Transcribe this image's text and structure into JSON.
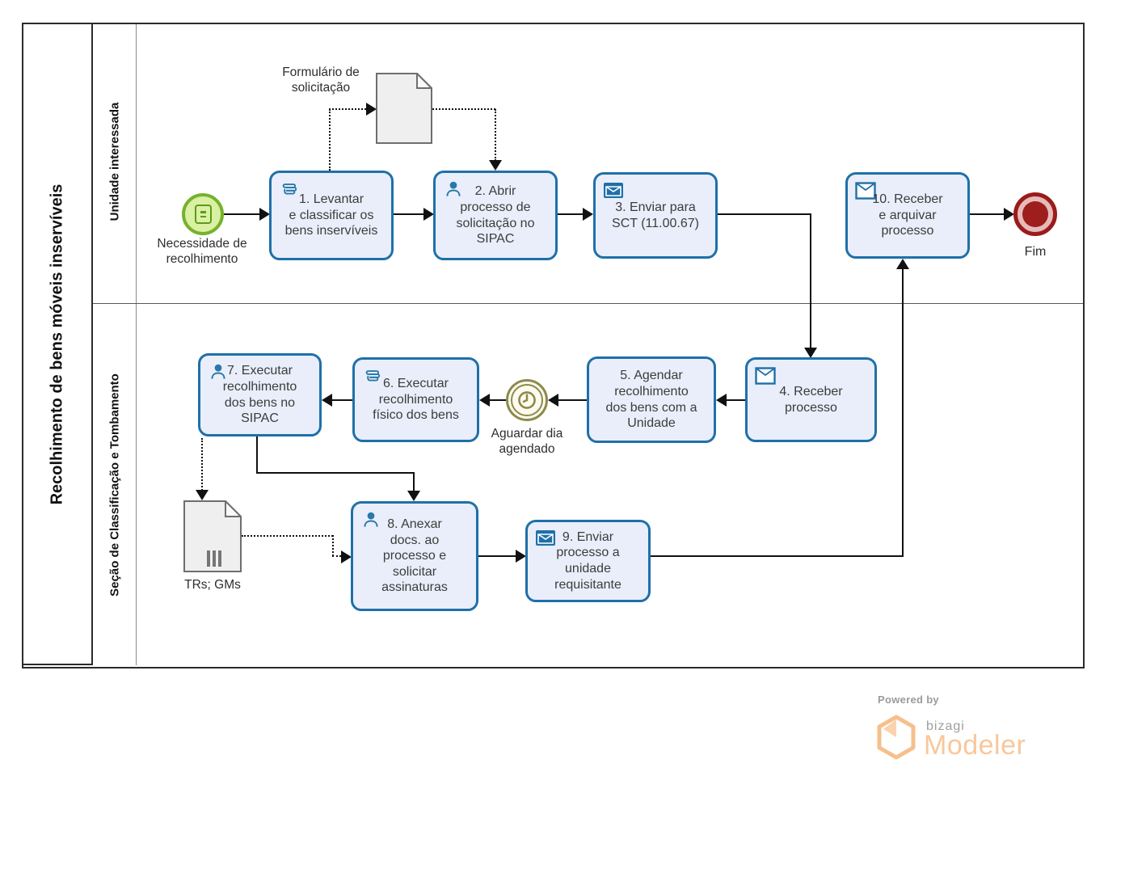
{
  "diagram": {
    "pool_title": "Recolhimento de bens móveis inservíveis",
    "lanes": [
      {
        "label": "Unidade interessada"
      },
      {
        "label": "Seção de Classificação e Tombamento"
      }
    ]
  },
  "events": {
    "start": {
      "label": "Necessidade de\nrecolhimento",
      "type": "start-event",
      "border_color": "#76b22c",
      "fill_color": "#daf0a2"
    },
    "timer": {
      "label": "Aguardar dia\nagendado",
      "type": "intermediate-timer-event",
      "color": "#8d894a"
    },
    "end": {
      "label": "Fim",
      "type": "end-event",
      "color": "#9b1b1b"
    }
  },
  "tasks": {
    "t1": {
      "label": "1. Levantar\ne classificar os\nbens inservíveis",
      "icon": "manual-hand-icon"
    },
    "t2": {
      "label": "2. Abrir\nprocesso de\nsolicitação no\nSIPAC",
      "icon": "user-icon"
    },
    "t3": {
      "label": "3. Enviar para\nSCT (11.00.67)",
      "icon": "send-message-icon"
    },
    "t4": {
      "label": "4. Receber\nprocesso",
      "icon": "receive-message-icon"
    },
    "t5": {
      "label": "5. Agendar\nrecolhimento\ndos bens com a\nUnidade",
      "icon": "none"
    },
    "t6": {
      "label": "6. Executar\nrecolhimento\nfísico dos bens",
      "icon": "manual-hand-icon"
    },
    "t7": {
      "label": "7. Executar\nrecolhimento\ndos bens no\nSIPAC",
      "icon": "user-icon"
    },
    "t8": {
      "label": "8. Anexar\ndocs. ao\nprocesso e\nsolicitar\nassinaturas",
      "icon": "user-icon"
    },
    "t9": {
      "label": "9. Enviar\nprocesso a\nunidade\nrequisitante",
      "icon": "send-message-icon"
    },
    "t10": {
      "label": "10. Receber\ne arquivar\nprocesso",
      "icon": "receive-message-icon"
    }
  },
  "data_objects": {
    "form": {
      "label": "Formulário de\nsolicitação"
    },
    "trs": {
      "label": "TRs; GMs"
    }
  },
  "branding": {
    "powered_by": "Powered by",
    "brand": "bizagi",
    "product": "Modeler"
  },
  "colors": {
    "task_fill": "#e9eefa",
    "task_border": "#1f70a8",
    "start_fill": "#daf0a2",
    "start_border": "#76b22c",
    "end_color": "#9b1b1b",
    "timer_color": "#8d894a",
    "logo_orange": "#f8c79a",
    "logo_gray": "#9b9b9b"
  }
}
